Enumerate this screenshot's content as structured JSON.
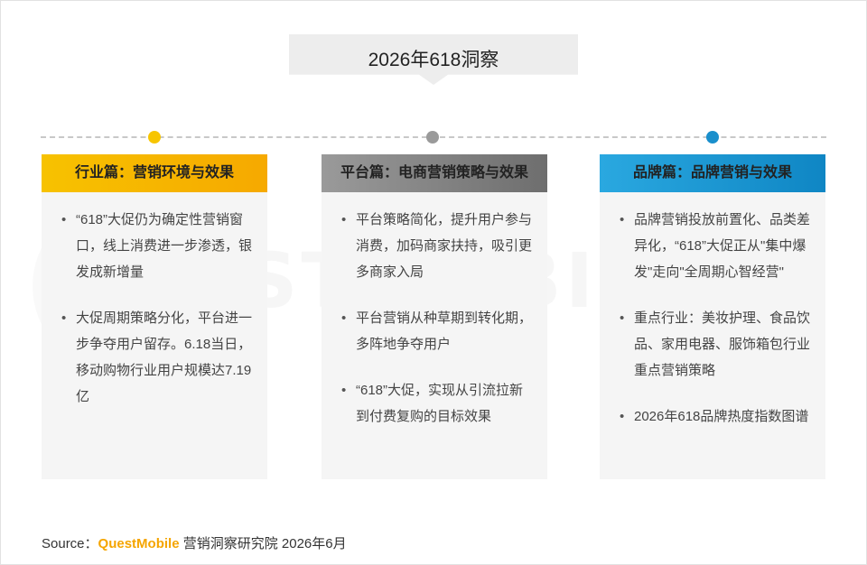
{
  "title": "2026年618洞察",
  "columns": [
    {
      "header": "行业篇：营销环境与效果",
      "accent": "#f7b500",
      "points": [
        "“618”大促仍为确定性营销窗口，线上消费进一步渗透，银发成新增量",
        "大促周期策略分化，平台进一步争夺用户留存。6.18当日，移动购物行业用户规模达7.19亿"
      ]
    },
    {
      "header": "平台篇：电商营销策略与效果",
      "accent": "#8c8c8c",
      "points": [
        "平台策略简化，提升用户参与消费，加码商家扶持，吸引更多商家入局",
        "平台营销从种草期到转化期，多阵地争夺用户",
        "“618”大促，实现从引流拉新到付费复购的目标效果"
      ]
    },
    {
      "header": "品牌篇：品牌营销与效果",
      "accent": "#1a9ad6",
      "points": [
        "品牌营销投放前置化、品类差异化，“618”大促正从\"集中爆发\"走向\"全周期心智经营\"",
        "重点行业：美妆护理、食品饮品、家用电器、服饰箱包行业重点营销策略",
        "2026年618品牌热度指数图谱"
      ]
    }
  ],
  "source": {
    "label": "Source：",
    "brand": "QuestMobile",
    "rest": " 营销洞察研究院 2026年6月"
  },
  "watermark": "QUESTMOBILE"
}
